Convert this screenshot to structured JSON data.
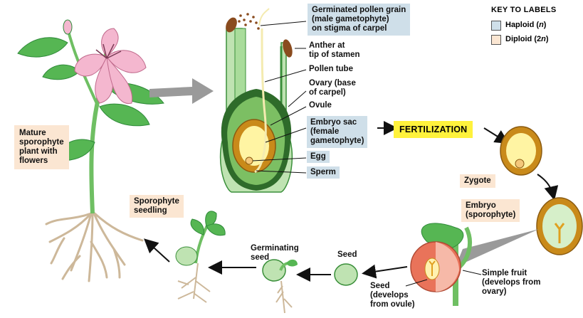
{
  "key": {
    "title": "KEY TO LABELS",
    "haploid": "Haploid (n)",
    "diploid": "Diploid (2n)",
    "haploid_color": "#cfdfe9",
    "diploid_color": "#fbe6d2"
  },
  "labels": {
    "pollen_grain": "Germinated pollen grain\n(male gametophyte)\non stigma of carpel",
    "anther": "Anther at\ntip of stamen",
    "pollen_tube": "Pollen tube",
    "ovary": "Ovary (base\nof carpel)",
    "ovule": "Ovule",
    "embryo_sac": "Embryo sac\n(female\ngametophyte)",
    "egg": "Egg",
    "sperm": "Sperm",
    "fertilization": "FERTILIZATION",
    "zygote": "Zygote",
    "embryo": "Embryo\n(sporophyte)",
    "simple_fruit": "Simple fruit\n(develops from\novary)",
    "seed_ovule": "Seed\n(develops\nfrom ovule)",
    "seed": "Seed",
    "germinating_seed": "Germinating\nseed",
    "seedling": "Sporophyte\nseedling",
    "mature_plant": "Mature\nsporophyte\nplant with\nflowers"
  },
  "colors": {
    "plant_green": "#56b653",
    "stem_green": "#8fcf86",
    "dark_green": "#2f8a3a",
    "ovary_dark": "#2e6b2a",
    "flower_pink": "#f4b7cf",
    "embryo_gold": "#c98a1a",
    "embryo_yellow": "#fff4a3",
    "fruit_orange": "#e9735a",
    "root_tan": "#cdb89a",
    "arrow_gray": "#9a9a9a"
  }
}
